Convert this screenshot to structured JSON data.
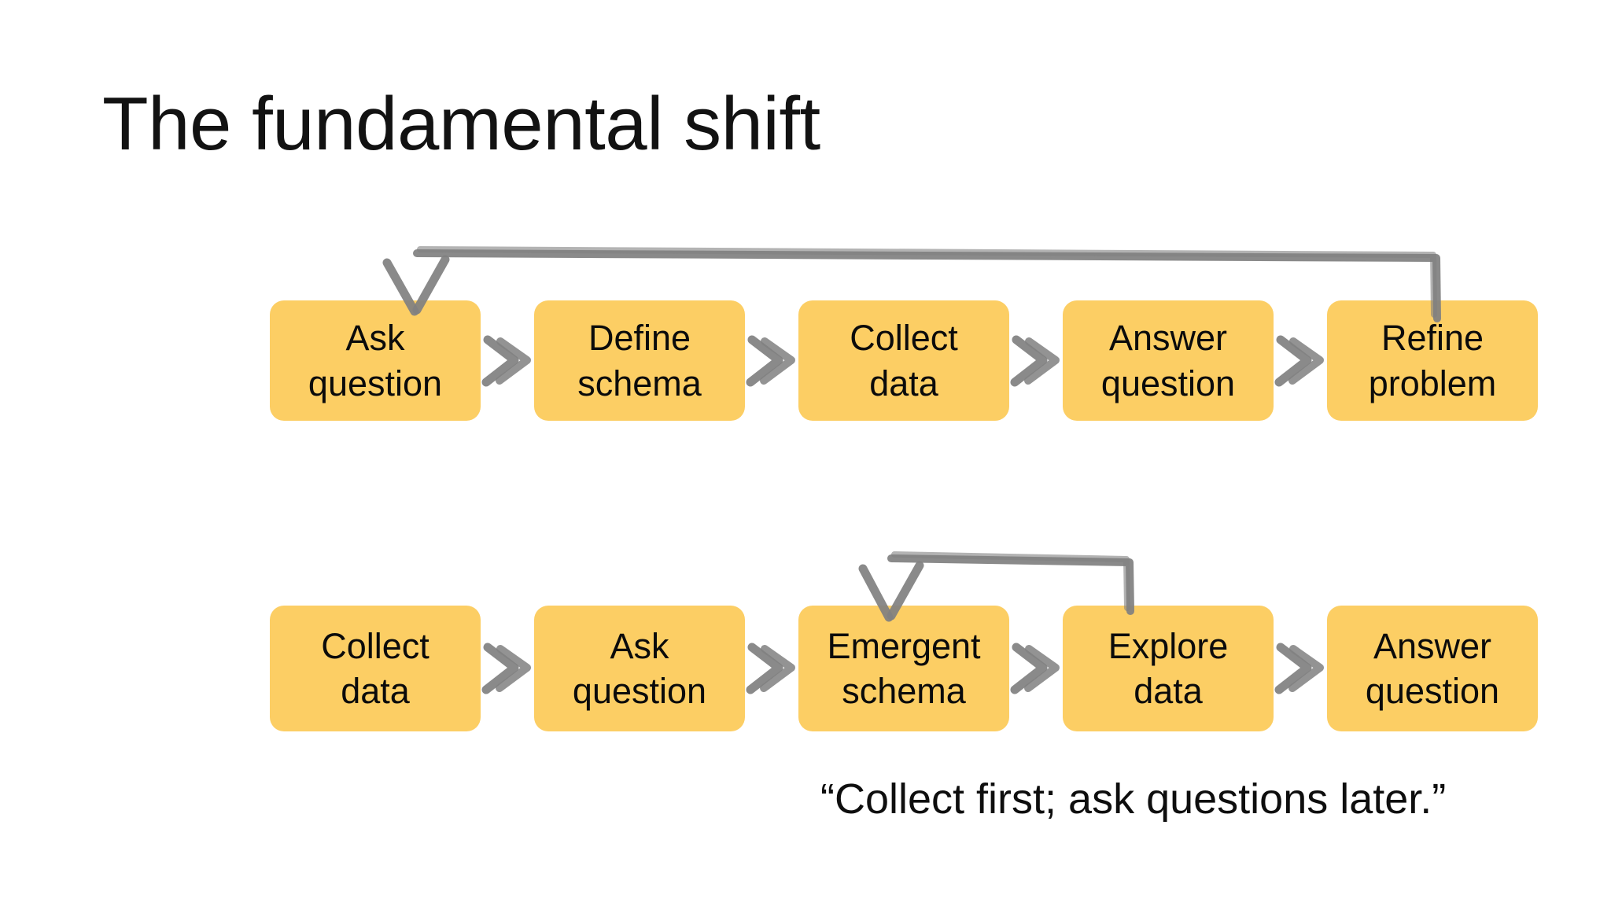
{
  "slide": {
    "title": "The fundamental shift",
    "background_color": "#ffffff",
    "node_fill_color": "#FCCE64",
    "node_text_color": "#0b0b0b",
    "arrow_color": "#808080",
    "caption": "“Collect first; ask questions later.”"
  },
  "rows": [
    {
      "id": "row-1",
      "name": "traditional-workflow",
      "nodes": [
        {
          "line1": "Ask",
          "line2": "question"
        },
        {
          "line1": "Define",
          "line2": "schema"
        },
        {
          "line1": "Collect",
          "line2": "data"
        },
        {
          "line1": "Answer",
          "line2": "question"
        },
        {
          "line1": "Refine",
          "line2": "problem"
        }
      ],
      "loop": {
        "from_node": "Refine problem",
        "to_node": "Ask question",
        "direction": "right-to-left"
      }
    },
    {
      "id": "row-2",
      "name": "emergent-workflow",
      "nodes": [
        {
          "line1": "Collect",
          "line2": "data"
        },
        {
          "line1": "Ask",
          "line2": "question"
        },
        {
          "line1": "Emergent",
          "line2": "schema"
        },
        {
          "line1": "Explore",
          "line2": "data"
        },
        {
          "line1": "Answer",
          "line2": "question"
        }
      ],
      "loop": {
        "from_node": "Explore data",
        "to_node": "Emergent schema",
        "direction": "right-to-left"
      }
    }
  ]
}
